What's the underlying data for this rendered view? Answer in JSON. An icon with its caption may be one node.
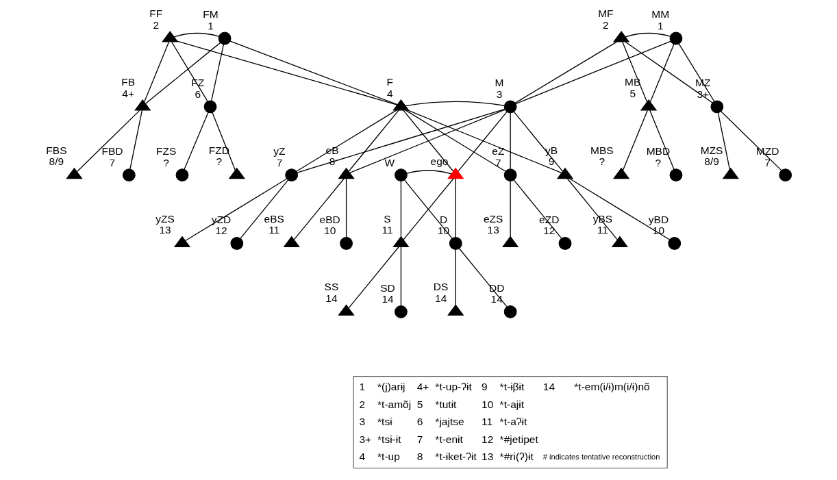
{
  "diagram": {
    "nodes": [
      {
        "text": [],
        "shape": "triangle",
        "beside": [
          "FF",
          "2"
        ]
      },
      {
        "text": [],
        "shape": "circle",
        "beside": [
          "FM",
          "1"
        ]
      },
      {
        "text": [],
        "shape": "triangle",
        "beside": [
          "MF",
          "2"
        ]
      },
      {
        "text": [],
        "shape": "circle",
        "beside": [
          "MM",
          "1"
        ]
      },
      {
        "text": [],
        "shape": "triangle",
        "beside": [
          "FB",
          "4+"
        ]
      },
      {
        "text": [],
        "shape": "circle",
        "beside": [
          "FZ",
          "6"
        ]
      },
      {
        "text": [],
        "shape": "triangle",
        "beside": [
          "F",
          "4"
        ]
      },
      {
        "text": [],
        "shape": "circle",
        "beside": [
          "M",
          "3"
        ]
      },
      {
        "text": [],
        "shape": "triangle",
        "beside": [
          "MB",
          "5"
        ]
      },
      {
        "text": [],
        "shape": "circle",
        "beside": [
          "MZ",
          "3+"
        ]
      },
      {
        "text": [],
        "shape": "triangle",
        "beside": [
          "FBS",
          "8/9"
        ]
      },
      {
        "text": [],
        "shape": "circle",
        "beside": [
          "FBD",
          "7"
        ]
      },
      {
        "text": [],
        "shape": "circle",
        "beside": [
          "FZS",
          "?"
        ]
      },
      {
        "text": [],
        "shape": "triangle",
        "beside": [
          "FZD",
          "?"
        ]
      },
      {
        "text": [],
        "shape": "triangle",
        "beside": [
          "yB",
          "9"
        ]
      },
      {
        "text": [],
        "shape": "circle",
        "beside": [
          "yZ",
          "7"
        ]
      },
      {
        "text": [],
        "shape": "circle",
        "beside": [
          "W"
        ]
      },
      {
        "text": [],
        "shape": "triangle",
        "beside": [
          "ego"
        ]
      },
      {
        "text": [],
        "shape": "triangle",
        "beside": [
          "eB",
          "8"
        ]
      },
      {
        "text": [],
        "shape": "circle",
        "beside": [
          "eZ",
          "7"
        ]
      },
      {
        "text": [],
        "shape": "triangle",
        "beside": [
          "MBS",
          "?"
        ]
      },
      {
        "text": [],
        "shape": "circle",
        "beside": [
          "MBD",
          "?"
        ]
      },
      {
        "text": [],
        "shape": "triangle",
        "beside": [
          "MZS",
          "8/9"
        ]
      },
      {
        "text": [],
        "shape": "circle",
        "beside": [
          "MZD",
          "7"
        ]
      },
      {
        "text": [],
        "shape": "triangle",
        "beside": [
          "yBS",
          "11"
        ]
      },
      {
        "text": [],
        "shape": "circle",
        "beside": [
          "yBD",
          "10"
        ]
      },
      {
        "text": [],
        "shape": "triangle",
        "beside": [
          "yZS",
          "13"
        ]
      },
      {
        "text": [],
        "shape": "circle",
        "beside": [
          "yZD",
          "12"
        ]
      },
      {
        "text": [],
        "shape": "triangle",
        "beside": [
          "S",
          "11"
        ]
      },
      {
        "text": [],
        "shape": "circle",
        "beside": [
          "D",
          "10"
        ]
      },
      {
        "text": [],
        "shape": "triangle",
        "beside": [
          "eBS",
          "11"
        ]
      },
      {
        "text": [],
        "shape": "circle",
        "beside": [
          "eBD",
          "10"
        ]
      },
      {
        "text": [],
        "shape": "triangle",
        "beside": [
          "eZS",
          "13"
        ]
      },
      {
        "text": [],
        "shape": "circle",
        "beside": [
          "eZD",
          "12"
        ]
      },
      {
        "text": [],
        "shape": "triangle",
        "beside": [
          "SS",
          "14"
        ]
      },
      {
        "text": [],
        "shape": "circle",
        "beside": [
          "SD",
          "14"
        ]
      },
      {
        "text": [],
        "shape": "triangle",
        "beside": [
          "DS",
          "14"
        ]
      },
      {
        "text": [],
        "shape": "circle",
        "beside": [
          "DD",
          "14"
        ]
      }
    ],
    "edges": [
      {
        "from": 0,
        "to": 1,
        "arrow": "none"
      },
      {
        "from": 2,
        "to": 3,
        "arrow": "none"
      },
      {
        "from": 0,
        "to": 4,
        "arrow": "none"
      },
      {
        "from": 0,
        "to": 5,
        "arrow": "none"
      },
      {
        "from": 0,
        "to": 6,
        "arrow": "none"
      },
      {
        "from": 1,
        "to": 4,
        "arrow": "none"
      },
      {
        "from": 1,
        "to": 5,
        "arrow": "none"
      },
      {
        "from": 1,
        "to": 6,
        "arrow": "none"
      },
      {
        "from": 2,
        "to": 7,
        "arrow": "none"
      },
      {
        "from": 2,
        "to": 8,
        "arrow": "none"
      },
      {
        "from": 2,
        "to": 9,
        "arrow": "none"
      },
      {
        "from": 3,
        "to": 7,
        "arrow": "none"
      },
      {
        "from": 3,
        "to": 8,
        "arrow": "none"
      },
      {
        "from": 3,
        "to": 9,
        "arrow": "none"
      },
      {
        "from": 6,
        "to": 7,
        "arrow": "none"
      },
      {
        "from": 4,
        "to": 10,
        "arrow": "none"
      },
      {
        "from": 4,
        "to": 11,
        "arrow": "none"
      },
      {
        "from": 5,
        "to": 12,
        "arrow": "none"
      },
      {
        "from": 5,
        "to": 13,
        "arrow": "none"
      },
      {
        "from": 6,
        "to": 14,
        "arrow": "none"
      },
      {
        "from": 6,
        "to": 15,
        "arrow": "none"
      },
      {
        "from": 6,
        "to": 17,
        "arrow": "none"
      },
      {
        "from": 6,
        "to": 18,
        "arrow": "none"
      },
      {
        "from": 6,
        "to": 19,
        "arrow": "none"
      },
      {
        "from": 7,
        "to": 14,
        "arrow": "none"
      },
      {
        "from": 7,
        "to": 15,
        "arrow": "none"
      },
      {
        "from": 7,
        "to": 17,
        "arrow": "none"
      },
      {
        "from": 7,
        "to": 18,
        "arrow": "none"
      },
      {
        "from": 7,
        "to": 19,
        "arrow": "none"
      },
      {
        "from": 8,
        "to": 20,
        "arrow": "none"
      },
      {
        "from": 8,
        "to": 21,
        "arrow": "none"
      },
      {
        "from": 9,
        "to": 22,
        "arrow": "none"
      },
      {
        "from": 9,
        "to": 23,
        "arrow": "none"
      },
      {
        "from": 16,
        "to": 17,
        "arrow": "none"
      },
      {
        "from": 14,
        "to": 24,
        "arrow": "none"
      },
      {
        "from": 14,
        "to": 25,
        "arrow": "none"
      },
      {
        "from": 15,
        "to": 26,
        "arrow": "none"
      },
      {
        "from": 15,
        "to": 27,
        "arrow": "none"
      },
      {
        "from": 16,
        "to": 28,
        "arrow": "none"
      },
      {
        "from": 16,
        "to": 29,
        "arrow": "none"
      },
      {
        "from": 17,
        "to": 28,
        "arrow": "none"
      },
      {
        "from": 17,
        "to": 29,
        "arrow": "none"
      },
      {
        "from": 18,
        "to": 30,
        "arrow": "none"
      },
      {
        "from": 18,
        "to": 31,
        "arrow": "none"
      },
      {
        "from": 19,
        "to": 32,
        "arrow": "none"
      },
      {
        "from": 19,
        "to": 33,
        "arrow": "none"
      },
      {
        "from": 28,
        "to": 34,
        "arrow": "none"
      },
      {
        "from": 28,
        "to": 35,
        "arrow": "none"
      },
      {
        "from": 29,
        "to": 36,
        "arrow": "none"
      },
      {
        "from": 29,
        "to": 37,
        "arrow": "none"
      }
    ],
    "labels": [
      "1",
      "*(j)arɨj",
      "4+",
      "*t-up-ʔɨt",
      "9",
      "*t-ɨβɨt",
      "14",
      "*t-em(i/ɨ)m(i/ɨ)nõ",
      "2",
      "*t-amõj",
      "5",
      "*tutɨt",
      "10",
      "*t-ajɨt",
      "3",
      "*tsɨ",
      "6",
      "*jajtse",
      "11",
      "*t-aʔɨt",
      "3+",
      "*tsɨ-ɨt",
      "7",
      "*t-enɨt",
      "12",
      "*#jetipet",
      "4",
      "*t-up",
      "8",
      "*t-ɨket-ʔɨt",
      "13",
      "*#ri(ʔ)ɨt",
      "# indicates tentative reconstruction"
    ]
  }
}
